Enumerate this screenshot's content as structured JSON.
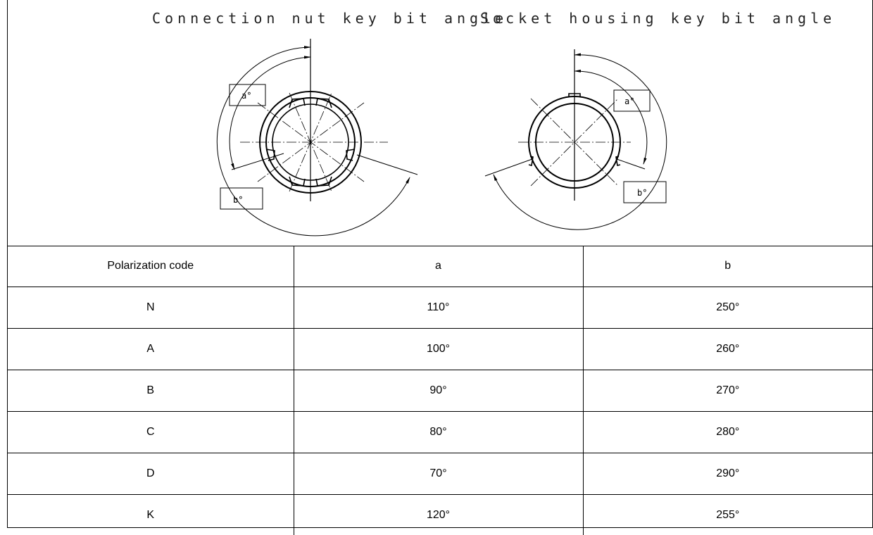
{
  "figure": {
    "left_title": "Connection nut key bit angle",
    "right_title": "Socket housing key bit angle",
    "left_labels": {
      "a": "a°",
      "b": "b°"
    },
    "right_labels": {
      "a": "a°",
      "b": "b°"
    }
  },
  "table": {
    "headers": [
      "Polarization code",
      "a",
      "b"
    ],
    "rows": [
      [
        "N",
        "110°",
        "250°"
      ],
      [
        "A",
        "100°",
        "260°"
      ],
      [
        "B",
        "90°",
        "270°"
      ],
      [
        "C",
        "80°",
        "280°"
      ],
      [
        "D",
        "70°",
        "290°"
      ],
      [
        "K",
        "120°",
        "255°"
      ]
    ]
  }
}
